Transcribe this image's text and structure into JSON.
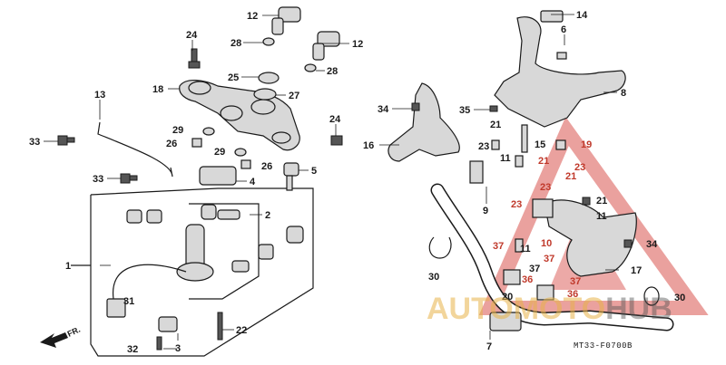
{
  "diagram": {
    "code": "MT33-F0700B",
    "front_label": "FR.",
    "watermark": {
      "part1": "AUTO",
      "part2": "MOTO",
      "part3": "HUB",
      "color_brand": "#e8b34a",
      "color_triangle": "#d9534f"
    },
    "callouts": {
      "c1": "1",
      "c2": "2",
      "c3": "3",
      "c4": "4",
      "c5": "5",
      "c6": "6",
      "c7": "7",
      "c8": "8",
      "c9": "9",
      "c10": "10",
      "c11a": "11",
      "c11b": "11",
      "c11c": "11",
      "c12a": "12",
      "c12b": "12",
      "c13": "13",
      "c14": "14",
      "c15": "15",
      "c16": "16",
      "c17": "17",
      "c18": "18",
      "c19": "19",
      "c20": "20",
      "c21a": "21",
      "c21b": "21",
      "c21c": "21",
      "c21d": "21",
      "c22": "22",
      "c23a": "23",
      "c23b": "23",
      "c23c": "23",
      "c23d": "23",
      "c24a": "24",
      "c24b": "24",
      "c25": "25",
      "c26a": "26",
      "c26b": "26",
      "c27": "27",
      "c28a": "28",
      "c28b": "28",
      "c29a": "29",
      "c29b": "29",
      "c30a": "30",
      "c30b": "30",
      "c31": "31",
      "c32": "32",
      "c33a": "33",
      "c33b": "33",
      "c34a": "34",
      "c34b": "34",
      "c35": "35",
      "c36a": "36",
      "c36b": "36",
      "c37a": "37",
      "c37b": "37",
      "c37c": "37",
      "c37d": "37"
    }
  }
}
